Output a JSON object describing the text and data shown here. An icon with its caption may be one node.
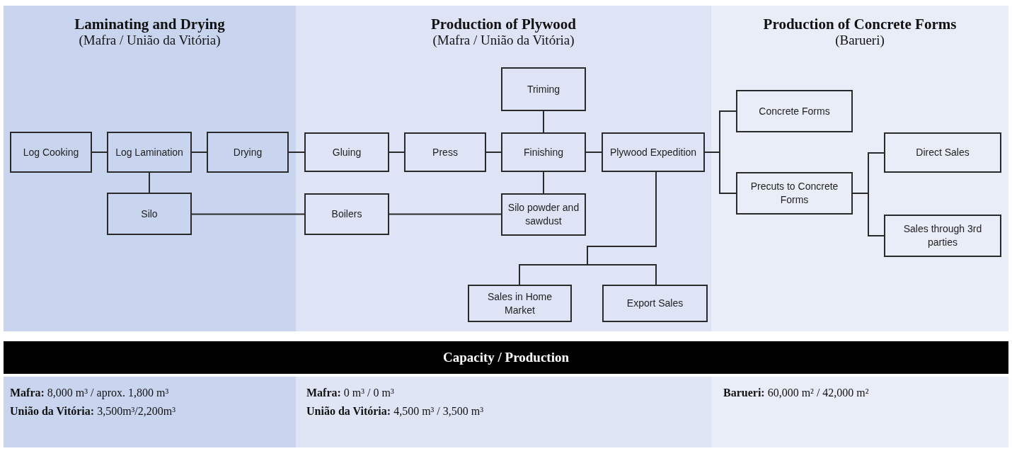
{
  "diagram": {
    "nodes": [
      {
        "text": [
          "Laminating and Drying",
          "(Mafra / União da Vitória)"
        ]
      },
      {
        "text": [
          "Production of Plywood",
          "(Mafra / União da Vitória)"
        ]
      },
      {
        "text": [
          "Production of Concrete Forms",
          "(Barueri)"
        ]
      },
      {
        "text": [
          "Log Cooking"
        ],
        "in": 0
      },
      {
        "text": [
          "Log Lamination"
        ],
        "in": 0
      },
      {
        "text": [
          "Drying"
        ],
        "in": 0
      },
      {
        "text": [
          "Silo"
        ],
        "in": 0
      },
      {
        "text": [
          "Triming"
        ],
        "in": 1
      },
      {
        "text": [
          "Gluing"
        ],
        "in": 1
      },
      {
        "text": [
          "Press"
        ],
        "in": 1
      },
      {
        "text": [
          "Finishing"
        ],
        "in": 1
      },
      {
        "text": [
          "Plywood Expedition"
        ],
        "in": 1
      },
      {
        "text": [
          "Boilers"
        ],
        "in": 1
      },
      {
        "text": [
          "Silo powder and sawdust"
        ],
        "in": 1
      },
      {
        "text": [
          "Sales in Home Market"
        ],
        "in": 1
      },
      {
        "text": [
          "Export Sales"
        ],
        "in": 1
      },
      {
        "text": [
          "Concrete Forms"
        ],
        "in": 2
      },
      {
        "text": [
          "Precuts to Concrete Forms"
        ],
        "in": 2
      },
      {
        "text": [
          "Direct Sales"
        ],
        "in": 2
      },
      {
        "text": [
          "Sales through 3rd parties"
        ],
        "in": 2
      }
    ],
    "edges": [
      {
        "from": 3,
        "to": 4,
        "arrow": "none"
      },
      {
        "from": 4,
        "to": 5,
        "arrow": "none"
      },
      {
        "from": 5,
        "to": 8,
        "arrow": "none"
      },
      {
        "from": 8,
        "to": 9,
        "arrow": "none"
      },
      {
        "from": 9,
        "to": 10,
        "arrow": "none"
      },
      {
        "from": 10,
        "to": 11,
        "arrow": "none"
      },
      {
        "from": 7,
        "to": 10,
        "arrow": "none"
      },
      {
        "from": 10,
        "to": 13,
        "arrow": "none"
      },
      {
        "from": 4,
        "to": 6,
        "arrow": "none"
      },
      {
        "from": 6,
        "to": 12,
        "arrow": "none"
      },
      {
        "from": 12,
        "to": 13,
        "arrow": "none"
      },
      {
        "from": 11,
        "to": 14,
        "arrow": "none"
      },
      {
        "from": 11,
        "to": 15,
        "arrow": "none"
      },
      {
        "from": 11,
        "to": 16,
        "arrow": "none"
      },
      {
        "from": 11,
        "to": 17,
        "arrow": "none"
      },
      {
        "from": 17,
        "to": 18,
        "arrow": "none"
      },
      {
        "from": 17,
        "to": 19,
        "arrow": "none"
      }
    ],
    "labels": [
      "Capacity / Production",
      "**Mafra:** 8,000 m³ / aprox. 1,800 m³",
      "**União da Vitória:** 3,500m³/2,200m³",
      "**Mafra:** 0 m³ / 0 m³",
      "**União da Vitória:** 4,500 m³ / 3,500 m³",
      "**Barueri:** 60,000 m² / 42,000 m²"
    ]
  }
}
